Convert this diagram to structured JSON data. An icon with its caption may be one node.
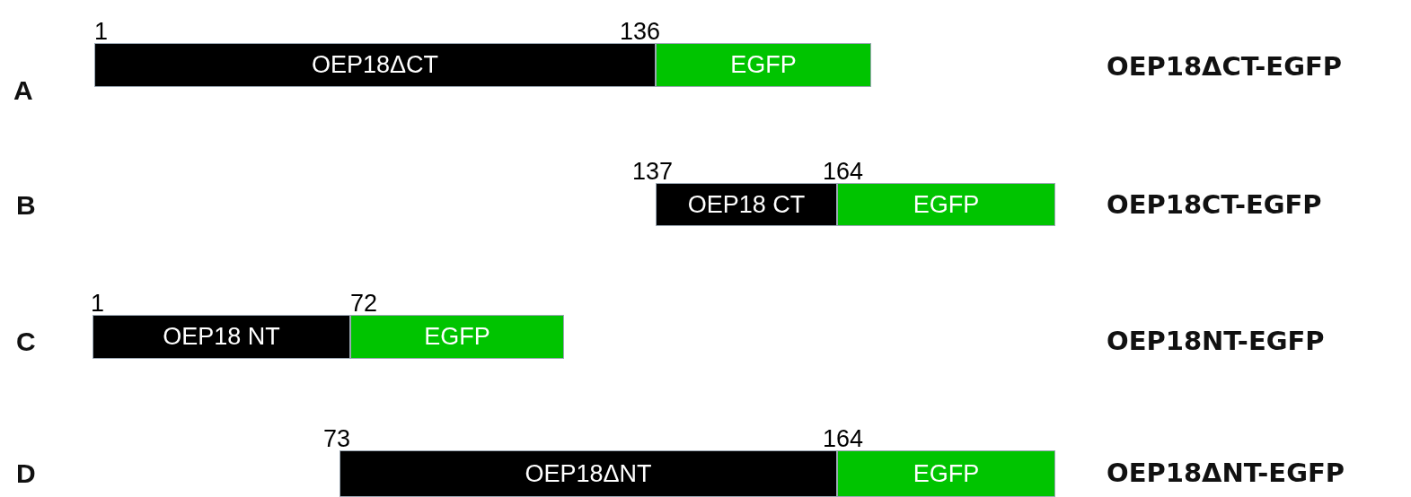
{
  "diagram": {
    "nodes": [
      {
        "text": [
          "OEP18ΔCT"
        ],
        "beside": [
          "1",
          "136"
        ]
      },
      {
        "text": [
          "EGFP"
        ]
      },
      {
        "text": [
          "OEP18 CT"
        ],
        "beside": [
          "137",
          "164"
        ]
      },
      {
        "text": [
          "EGFP"
        ]
      },
      {
        "text": [
          "OEP18 NT"
        ],
        "beside": [
          "1",
          "72"
        ]
      },
      {
        "text": [
          "EGFP"
        ]
      },
      {
        "text": [
          "OEP18ΔNT"
        ],
        "beside": [
          "73",
          "164"
        ]
      },
      {
        "text": [
          "EGFP"
        ]
      }
    ],
    "edges": [],
    "labels": [
      "A",
      "OEP18ΔCT-EGFP",
      "B",
      "OEP18CT-EGFP",
      "C",
      "OEP18NT-EGFP",
      "D",
      "OEP18ΔNT-EGFP"
    ]
  }
}
